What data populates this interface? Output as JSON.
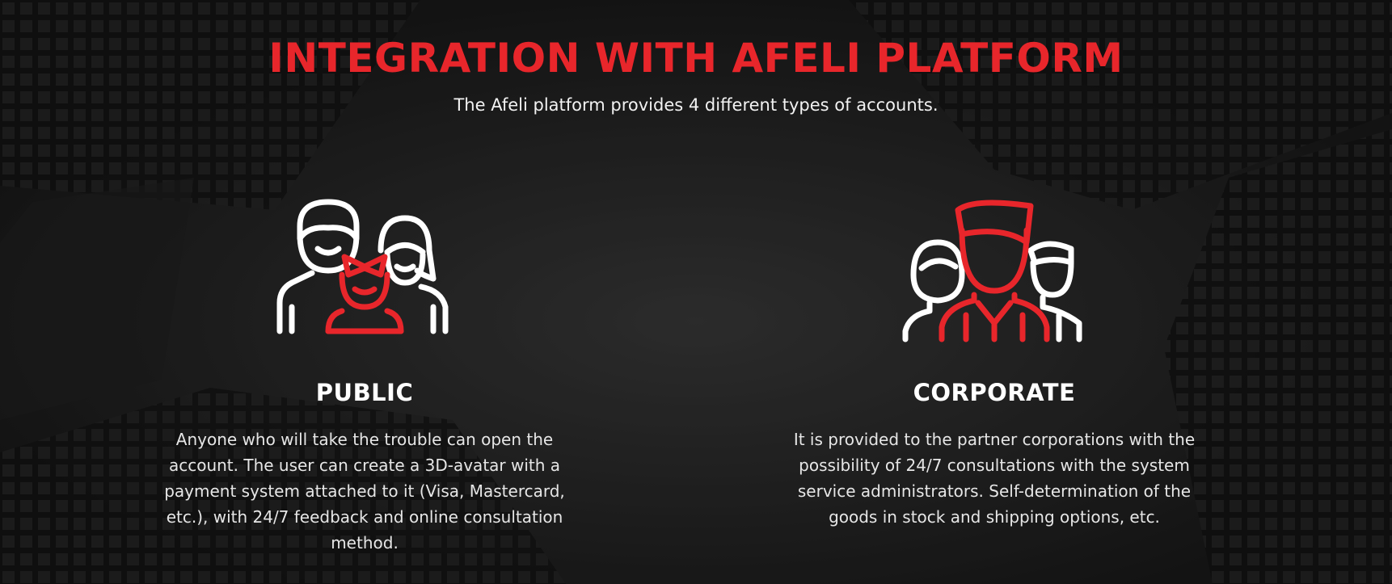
{
  "header": {
    "title": "INTEGRATION WITH AFELI PLATFORM",
    "subtitle": "The Afeli platform provides 4 different types of accounts."
  },
  "accounts": [
    {
      "title": "PUBLIC",
      "description": "Anyone who will take the trouble can open the account. The user can create a 3D-avatar with a payment system attached to it (Visa, Mastercard, etc.), with 24/7 feedback and online consultation method.",
      "icon": "family-icon"
    },
    {
      "title": "CORPORATE",
      "description": "It is provided to the partner corporations with the possibility of 24/7 consultations with the system service administrators. Self-determination of the goods in stock and shipping options, etc.",
      "icon": "team-icon"
    }
  ],
  "colors": {
    "accent": "#e8262b",
    "background": "#1c1c1c",
    "text": "#ffffff"
  }
}
